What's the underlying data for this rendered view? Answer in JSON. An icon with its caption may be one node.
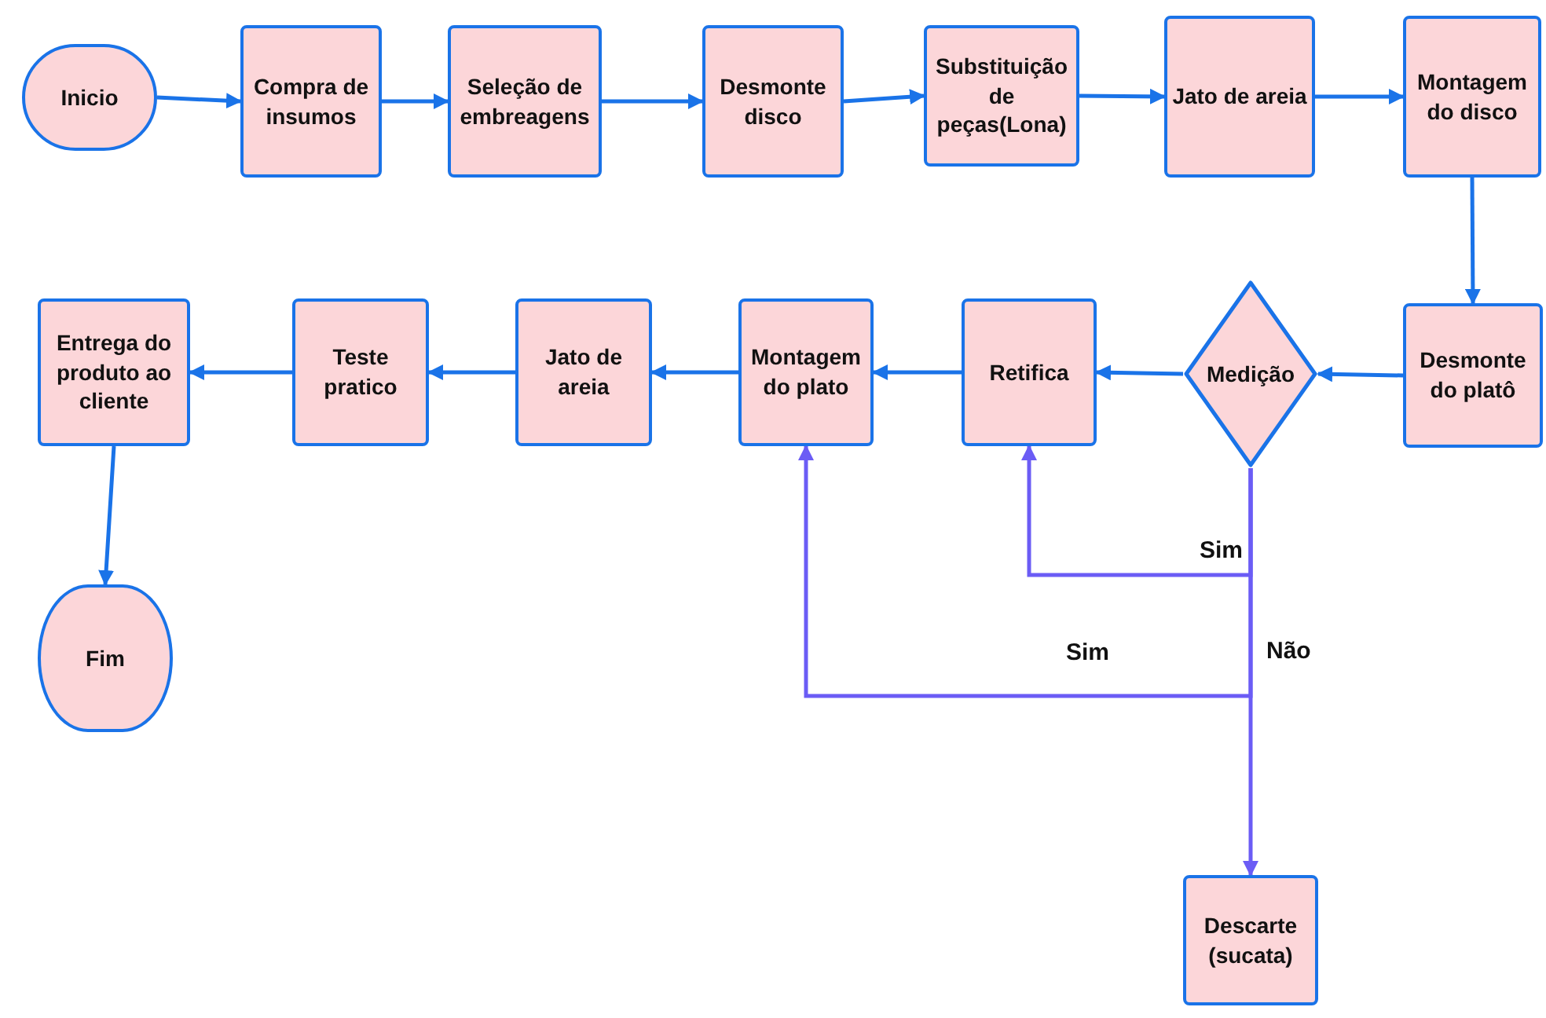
{
  "diagram": {
    "nodes": [
      {
        "text": [
          "Inicio"
        ]
      },
      {
        "text": [
          "Compra de insumos"
        ]
      },
      {
        "text": [
          "Seleção de embreagens"
        ]
      },
      {
        "text": [
          "Desmonte disco"
        ]
      },
      {
        "text": [
          "Substituição de peças(Lona)"
        ]
      },
      {
        "text": [
          "Jato de areia"
        ]
      },
      {
        "text": [
          "Montagem do disco"
        ]
      },
      {
        "text": [
          "Desmonte do platô"
        ]
      },
      {
        "text": [
          "Medição"
        ]
      },
      {
        "text": [
          "Retifica"
        ]
      },
      {
        "text": [
          "Montagem do plato"
        ]
      },
      {
        "text": [
          "Jato de areia"
        ]
      },
      {
        "text": [
          "Teste pratico"
        ]
      },
      {
        "text": [
          "Entrega do produto ao cliente"
        ]
      },
      {
        "text": [
          "Fim"
        ]
      },
      {
        "text": [
          "Descarte (sucata)"
        ]
      }
    ],
    "edges": [
      {
        "from": 0,
        "to": 1,
        "arrow": "to"
      },
      {
        "from": 1,
        "to": 2,
        "arrow": "to"
      },
      {
        "from": 2,
        "to": 3,
        "arrow": "to"
      },
      {
        "from": 3,
        "to": 4,
        "arrow": "to"
      },
      {
        "from": 4,
        "to": 5,
        "arrow": "to"
      },
      {
        "from": 5,
        "to": 6,
        "arrow": "to"
      },
      {
        "from": 6,
        "to": 7,
        "arrow": "to"
      },
      {
        "from": 7,
        "to": 8,
        "arrow": "to"
      },
      {
        "from": 8,
        "to": 9,
        "arrow": "to"
      },
      {
        "from": 9,
        "to": 10,
        "arrow": "to"
      },
      {
        "from": 10,
        "to": 11,
        "arrow": "to"
      },
      {
        "from": 11,
        "to": 12,
        "arrow": "to"
      },
      {
        "from": 12,
        "to": 13,
        "arrow": "to"
      },
      {
        "from": 13,
        "to": 14,
        "arrow": "to"
      },
      {
        "from": 8,
        "to": 9,
        "arrow": "to",
        "label": "Sim",
        "color": "#6b5cf5"
      },
      {
        "from": 8,
        "to": 10,
        "arrow": "to",
        "label": "Sim",
        "color": "#6b5cf5"
      },
      {
        "from": 8,
        "to": 15,
        "arrow": "to",
        "label": "Não",
        "color": "#6b5cf5"
      }
    ]
  }
}
